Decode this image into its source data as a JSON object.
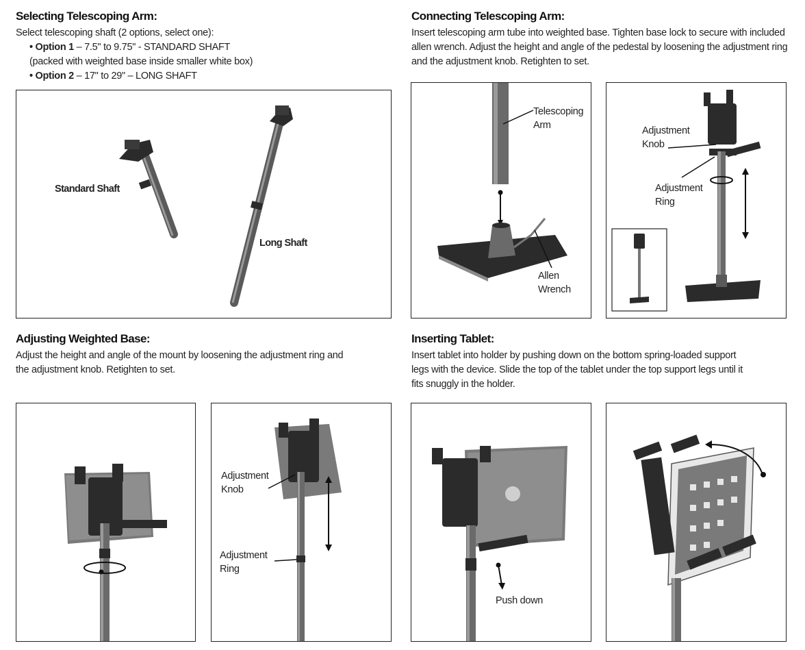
{
  "selecting": {
    "heading": "Selecting Telescoping Arm:",
    "intro": "Select telescoping shaft (2 options, select one):",
    "option1_label": "• Option 1",
    "option1_text": " – 7.5\" to 9.75\" - STANDARD SHAFT",
    "option1_note": "(packed with weighted base inside smaller white box)",
    "option2_label": "• Option 2",
    "option2_text": " – 17\" to 29\" – LONG SHAFT",
    "standard_label": "Standard Shaft",
    "long_label": "Long Shaft"
  },
  "connecting": {
    "heading": "Connecting Telescoping Arm:",
    "text": "Insert telescoping arm tube into weighted base. Tighten base lock to secure with included allen wrench. Adjust the height and angle of the pedestal by loosening the adjustment ring and the adjustment knob. Retighten to set.",
    "telescoping_arm_line1": "Telescoping",
    "telescoping_arm_line2": "Arm",
    "allen_wrench_line1": "Allen",
    "allen_wrench_line2": "Wrench",
    "knob_line1": "Adjustment",
    "knob_line2": "Knob",
    "ring_line1": "Adjustment",
    "ring_line2": "Ring"
  },
  "adjusting": {
    "heading": "Adjusting Weighted Base:",
    "text": "Adjust the height and angle of the mount by loosening the adjustment ring and the adjustment knob. Retighten to set.",
    "knob_line1": "Adjustment",
    "knob_line2": "Knob",
    "ring_line1": "Adjustment",
    "ring_line2": "Ring"
  },
  "inserting": {
    "heading": "Inserting Tablet:",
    "text": "Insert tablet into holder by pushing down on the bottom spring-loaded support legs with the device. Slide the top of the tablet under the top support legs until it fits snuggly in the holder.",
    "push_down": "Push down"
  },
  "colors": {
    "dark": "#2b2b2b",
    "mid": "#6e6e6e",
    "light": "#a9a9a9",
    "screen": "#8a8a8a"
  }
}
